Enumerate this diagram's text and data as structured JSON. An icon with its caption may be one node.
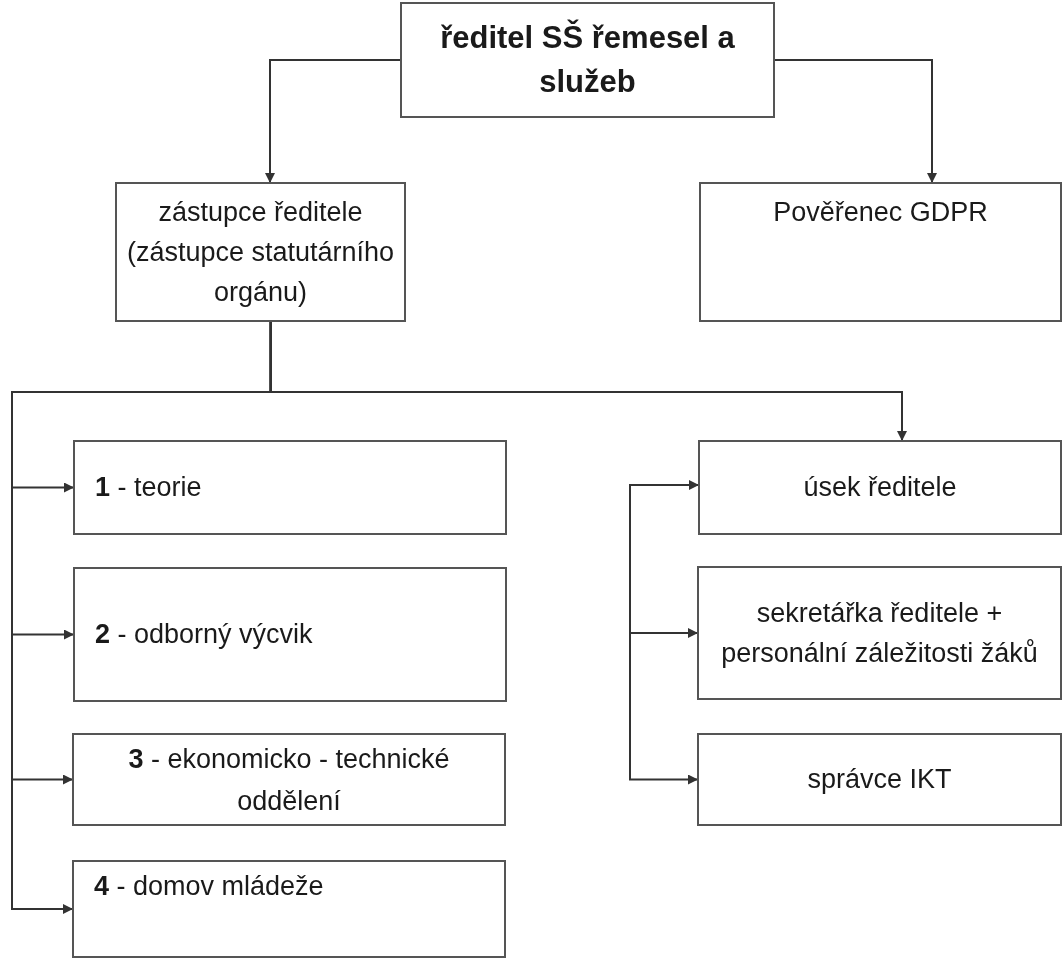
{
  "diagram": {
    "nodes": [
      {
        "text": [
          "ředitel SŠ řemesel a služeb"
        ]
      },
      {
        "text": [
          "zástupce ředitele (zástupce statutárního orgánu)"
        ]
      },
      {
        "text": [
          "Pověřenec GDPR"
        ]
      },
      {
        "text": [
          "**1** -  teorie"
        ]
      },
      {
        "text": [
          "**2** -  odborný výcvik"
        ]
      },
      {
        "text": [
          "**3** -  ekonomicko - technické oddělení"
        ]
      },
      {
        "text": [
          "**4** -  domov mládeže"
        ]
      },
      {
        "text": [
          "úsek ředitele"
        ]
      },
      {
        "text": [
          "sekretářka ředitele + personální záležitosti žáků"
        ]
      },
      {
        "text": [
          "správce IKT"
        ]
      }
    ],
    "edges": [
      {
        "from": 0,
        "to": 1,
        "arrow": "to"
      },
      {
        "from": 0,
        "to": 2,
        "arrow": "to"
      },
      {
        "from": 1,
        "to": 3,
        "arrow": "to"
      },
      {
        "from": 1,
        "to": 4,
        "arrow": "to"
      },
      {
        "from": 1,
        "to": 5,
        "arrow": "to"
      },
      {
        "from": 1,
        "to": 6,
        "arrow": "to"
      },
      {
        "from": 1,
        "to": 7,
        "arrow": "to"
      },
      {
        "from": null,
        "to": 7,
        "arrow": "to"
      },
      {
        "from": null,
        "to": 8,
        "arrow": "to"
      },
      {
        "from": null,
        "to": 9,
        "arrow": "to"
      }
    ]
  }
}
